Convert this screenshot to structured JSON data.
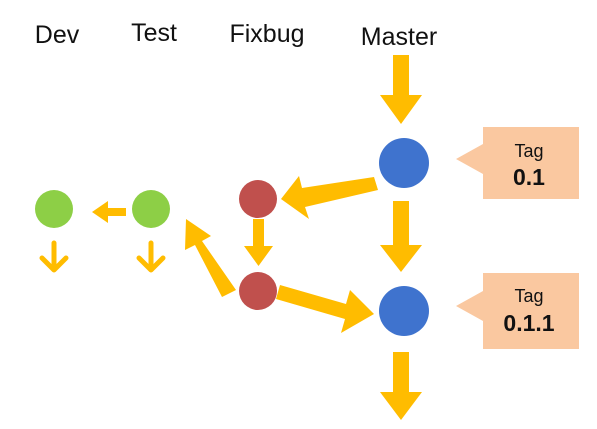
{
  "lanes": {
    "dev": "Dev",
    "test": "Test",
    "fixbug": "Fixbug",
    "master": "Master"
  },
  "tags": [
    {
      "title": "Tag",
      "version": "0.1"
    },
    {
      "title": "Tag",
      "version": "0.1.1"
    }
  ],
  "colors": {
    "arrow": "#FFBC00",
    "dev_node": "#8DCF46",
    "test_node": "#8DCF46",
    "fixbug_node": "#C0504D",
    "master_node": "#3F73CE",
    "tag_fill": "#FAC8A0"
  }
}
